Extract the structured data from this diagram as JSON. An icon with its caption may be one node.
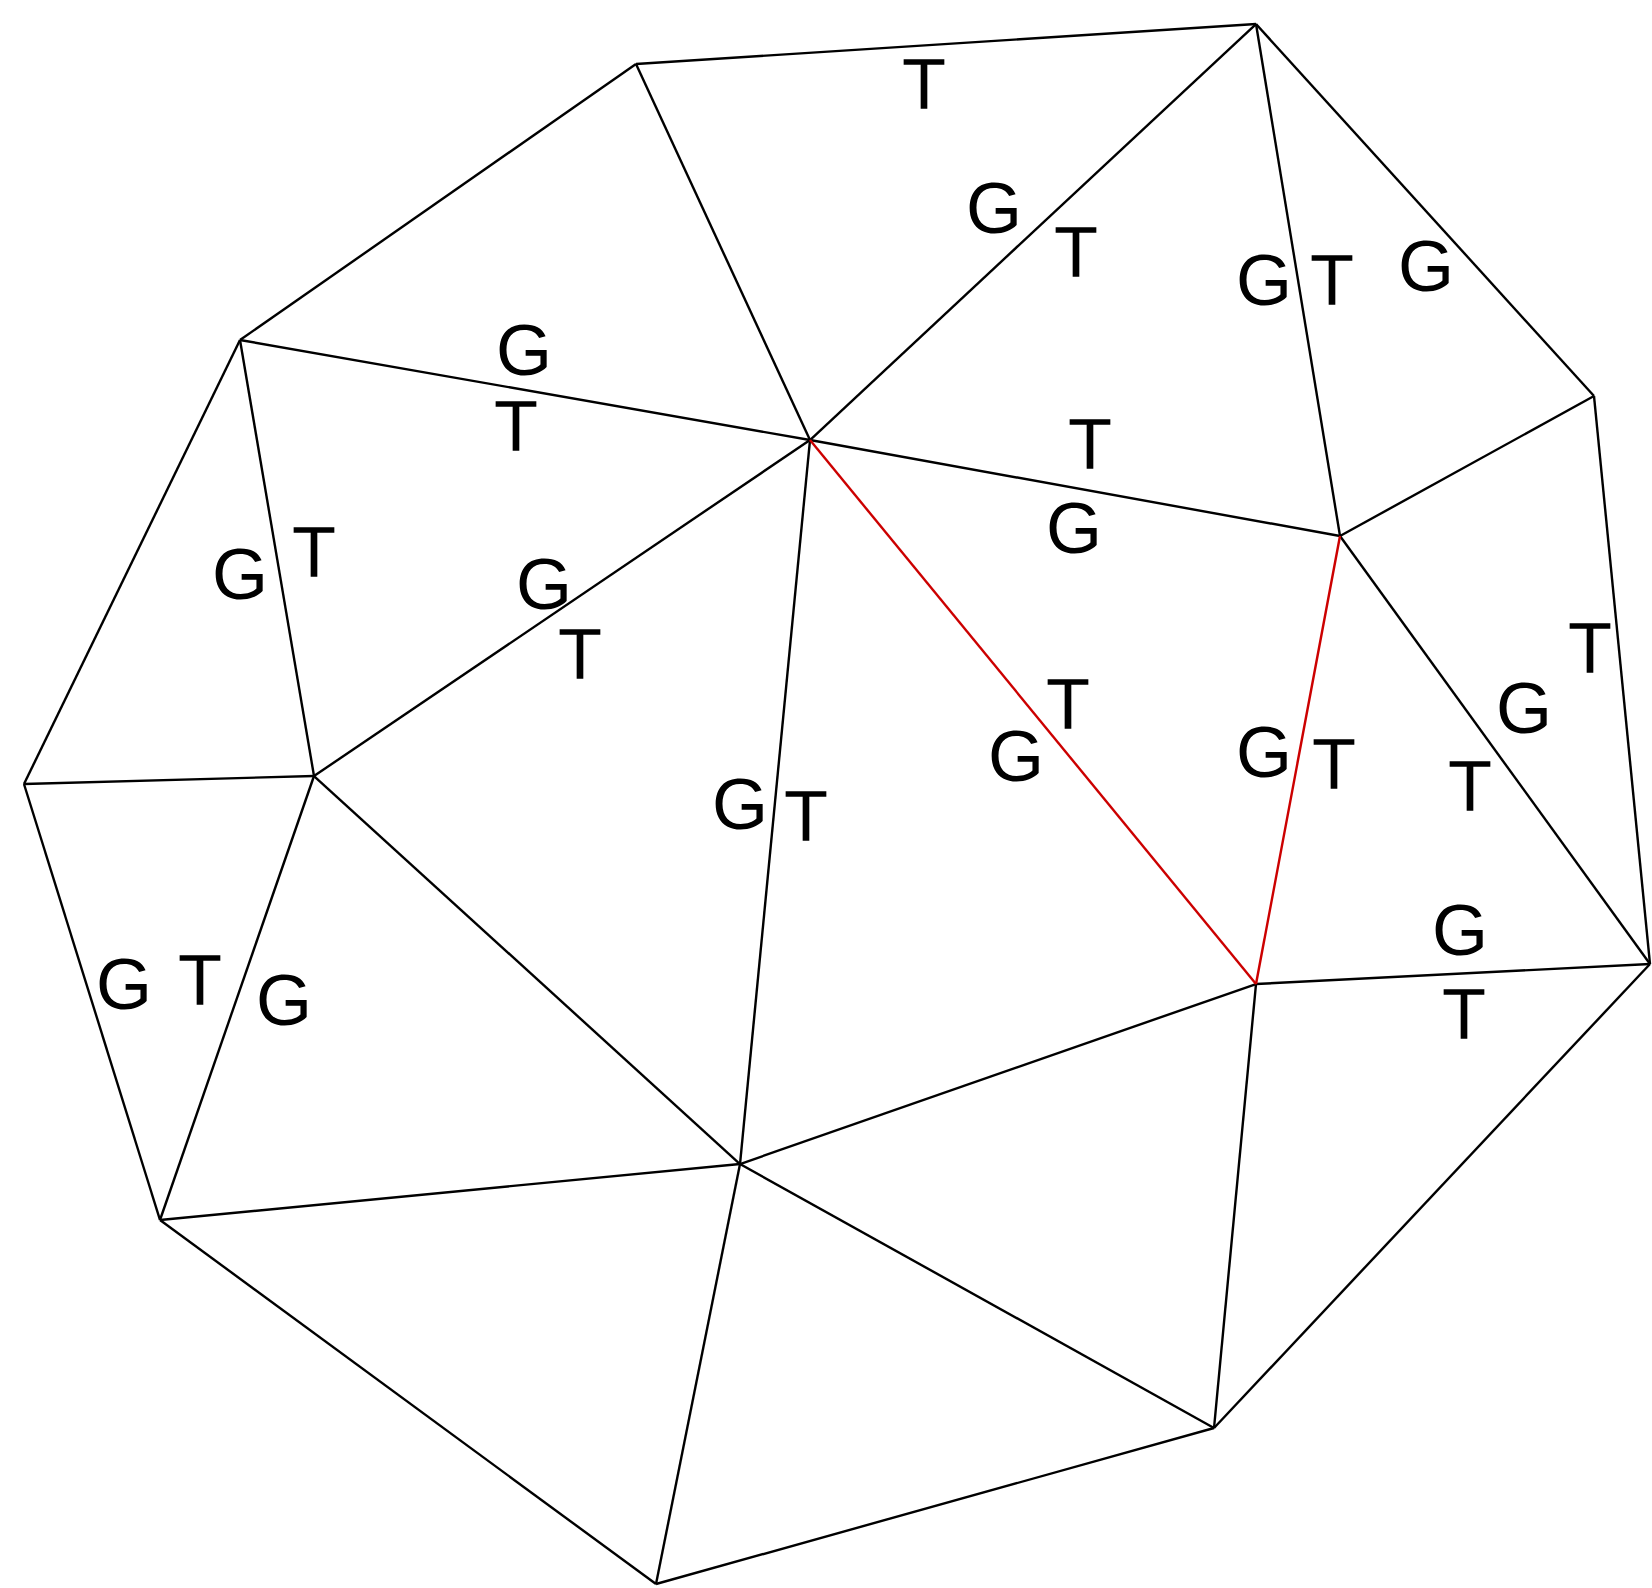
{
  "diagram": {
    "labels": [
      "T",
      "G",
      "T",
      "G",
      "T",
      "G",
      "G",
      "T",
      "T",
      "G",
      "G",
      "T",
      "G",
      "T",
      "T",
      "T",
      "G",
      "G",
      "G",
      "T",
      "G",
      "T",
      "T",
      "G",
      "G",
      "T",
      "G",
      "T"
    ]
  }
}
